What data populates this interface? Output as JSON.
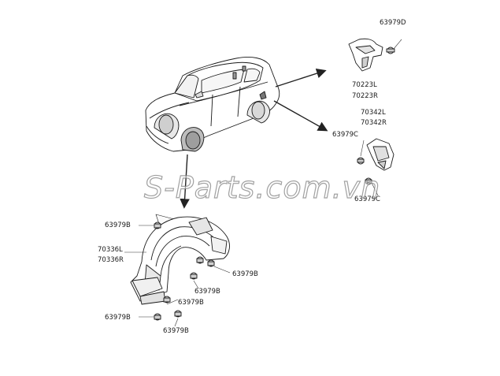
{
  "watermark": "S-Parts.com.vn",
  "labels": {
    "p63979D": "63979D",
    "p70223L": "70223L",
    "p70223R": "70223R",
    "p70342L": "70342L",
    "p70342R": "70342R",
    "p63979C_a": "63979C",
    "p63979C_b": "63979C",
    "p63979B_a": "63979B",
    "p70336L": "70336L",
    "p70336R": "70336R",
    "p63979B_b": "63979B",
    "p63979B_c": "63979B",
    "p63979B_d": "63979B",
    "p63979B_e": "63979B",
    "p63979B_f": "63979B"
  },
  "colors": {
    "line": "#1a1a1a",
    "arrow": "#222222"
  }
}
